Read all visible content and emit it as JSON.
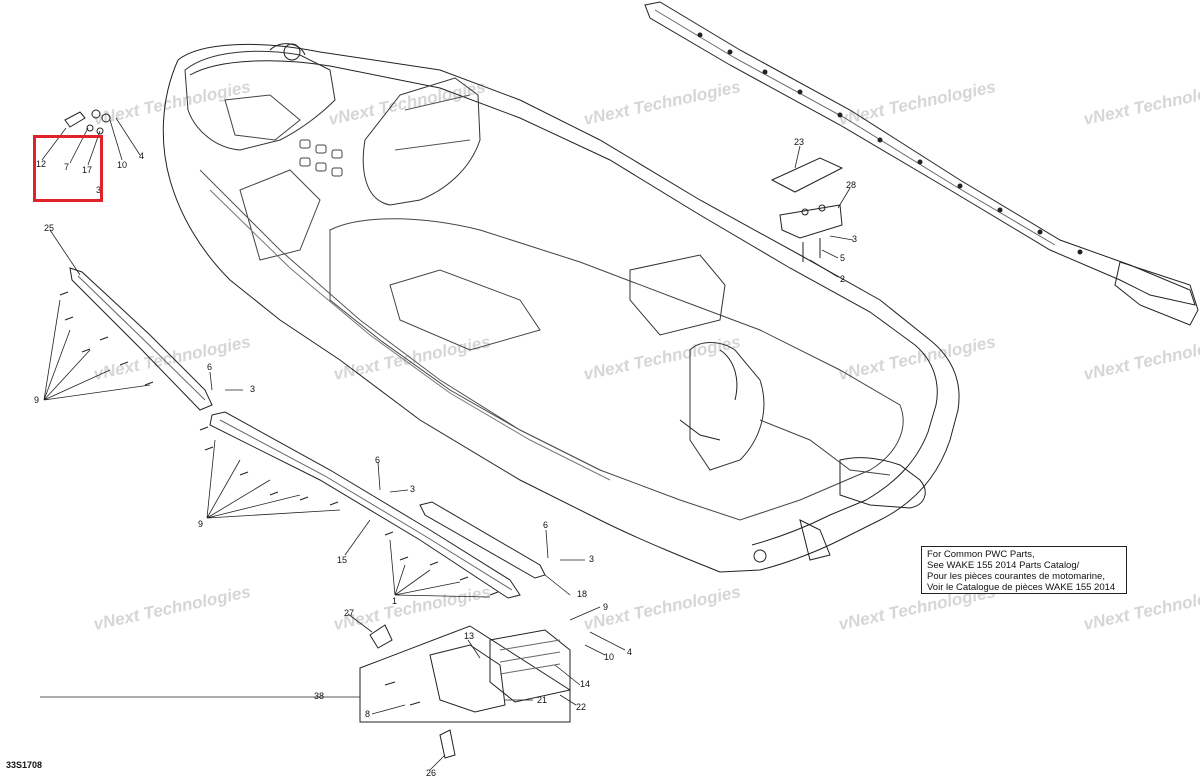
{
  "diagram_code": "33S1708",
  "watermark": "vNext Technologies",
  "note_lines": [
    "For Common PWC Parts,",
    "See WAKE 155 2014 Parts Catalog/",
    "Pour les pièces courantes de motomarine,",
    "Voir le Catalogue de pièces WAKE 155 2014"
  ],
  "callouts": [
    "1",
    "2",
    "3",
    "4",
    "5",
    "6",
    "7",
    "8",
    "9",
    "10",
    "12",
    "13",
    "14",
    "15",
    "17",
    "18",
    "21",
    "22",
    "23",
    "25",
    "26",
    "27",
    "28",
    "38"
  ],
  "highlight_color": "#e0222a"
}
